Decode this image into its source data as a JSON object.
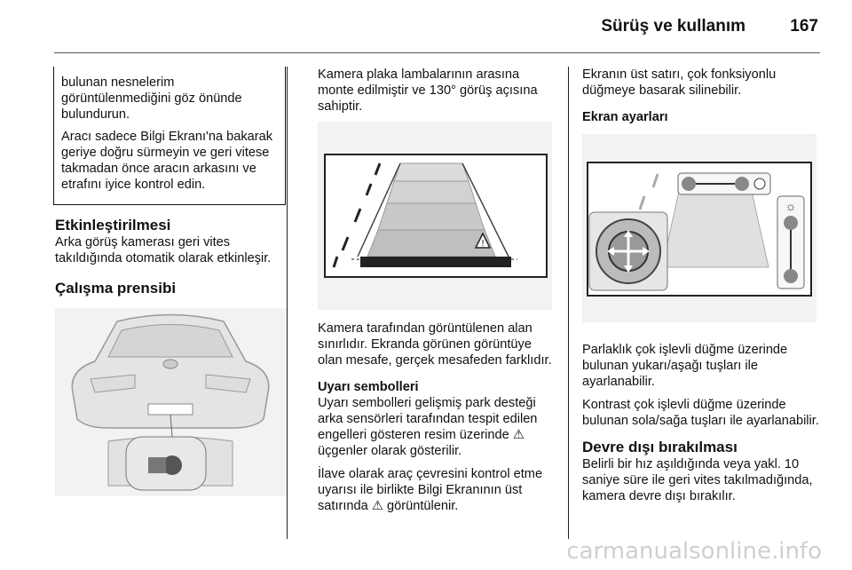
{
  "header": {
    "title": "Sürüş ve kullanım",
    "page": "167"
  },
  "col1": {
    "warning_lines": [
      "bulunan nesnelerim görüntülenmediğini göz önünde bulundurun.",
      "Aracı sadece Bilgi Ekranı'na bakarak geriye doğru sürmeyin ve geri vitese takmadan önce aracın arkasını ve etrafını iyice kontrol edin."
    ],
    "activation_title": "Etkinleştirilmesi",
    "activation_text": "Arka görüş kamerası geri vites takıldığında otomatik olarak etkinleşir.",
    "principle_title": "Çalışma prensibi"
  },
  "col2": {
    "p1": "Kamera plaka lambalarının arasına monte edilmiştir ve 130° görüş açısına sahiptir.",
    "p2": "Kamera tarafından görüntülenen alan sınırlıdır. Ekranda görünen görüntüye olan mesafe, gerçek mesafeden farklıdır.",
    "warn_title": "Uyarı sembolleri",
    "p3a": "Uyarı sembolleri gelişmiş park desteği arka sensörleri tarafından tespit edilen engelleri gösteren resim üzerinde",
    "p3b": "üçgenler olarak gösterilir.",
    "p4a": "İlave olarak araç çevresini kontrol etme uyarısı ile birlikte Bilgi Ekranının üst satırında",
    "p4b": "görüntülenir."
  },
  "col3": {
    "p1": "Ekranın üst satırı, çok fonksiyonlu düğmeye basarak silinebilir.",
    "settings_title": "Ekran ayarları",
    "p2": "Parlaklık çok işlevli düğme üzerinde bulunan yukarı/aşağı tuşları ile ayarlanabilir.",
    "p3": "Kontrast çok işlevli düğme üzerinde bulunan sola/sağa tuşları ile ayarlanabilir.",
    "deact_title": "Devre dışı bırakılması",
    "p4": "Belirli bir hız aşıldığında veya yakl. 10 saniye süre ile geri vites takılmadığında, kamera devre dışı bırakılır."
  },
  "footer": {
    "watermark": "carmanualsonline.info"
  }
}
